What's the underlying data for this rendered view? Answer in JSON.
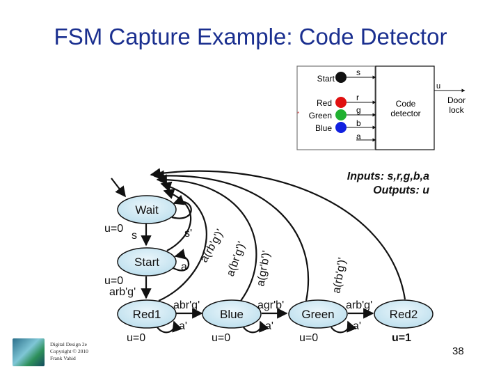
{
  "slide": {
    "title": "FSM Capture Example: Code Detector",
    "page_number": "38",
    "footer": [
      "Digital Design 2e",
      "Copyright © 2010",
      "Frank Vahid"
    ]
  },
  "block_diagram": {
    "buttons": [
      {
        "label": "Start",
        "color": "#111111",
        "signal": "s"
      },
      {
        "label": "Red",
        "color": "#e01010",
        "signal": "r"
      },
      {
        "label": "Green",
        "color": "#20b030",
        "signal": "g"
      },
      {
        "label": "Blue",
        "color": "#1020e0",
        "signal": "b"
      }
    ],
    "extra_signal": "a",
    "detector_label": [
      "Code",
      "detector"
    ],
    "output_signal": "u",
    "door_label": [
      "Door",
      "lock"
    ]
  },
  "io": {
    "inputs": "Inputs: s,r,g,b,a",
    "outputs": "Outputs: u"
  },
  "states": [
    {
      "name": "Wait",
      "output": "u=0"
    },
    {
      "name": "Start",
      "output": "u=0"
    },
    {
      "name": "Red1",
      "output": "u=0"
    },
    {
      "name": "Blue",
      "output": "u=0"
    },
    {
      "name": "Green",
      "output": "u=0"
    },
    {
      "name": "Red2",
      "output": "u=1"
    }
  ],
  "transitions": {
    "wait_to_start": "s",
    "wait_self": "s'",
    "start_self": "a'",
    "start_to_red1": "arb'g'",
    "red1_to_blue": "abr'g'",
    "blue_to_green": "agr'b'",
    "green_to_red2": "arb'g'",
    "red1_self": "a'",
    "blue_self": "a'",
    "green_self": "a'",
    "start_to_wait": "a(rb'g')'",
    "red1_to_wait": "a(br'g')'",
    "blue_to_wait": "a(gr'b')'",
    "green_to_wait": "a(rb'g')'"
  }
}
